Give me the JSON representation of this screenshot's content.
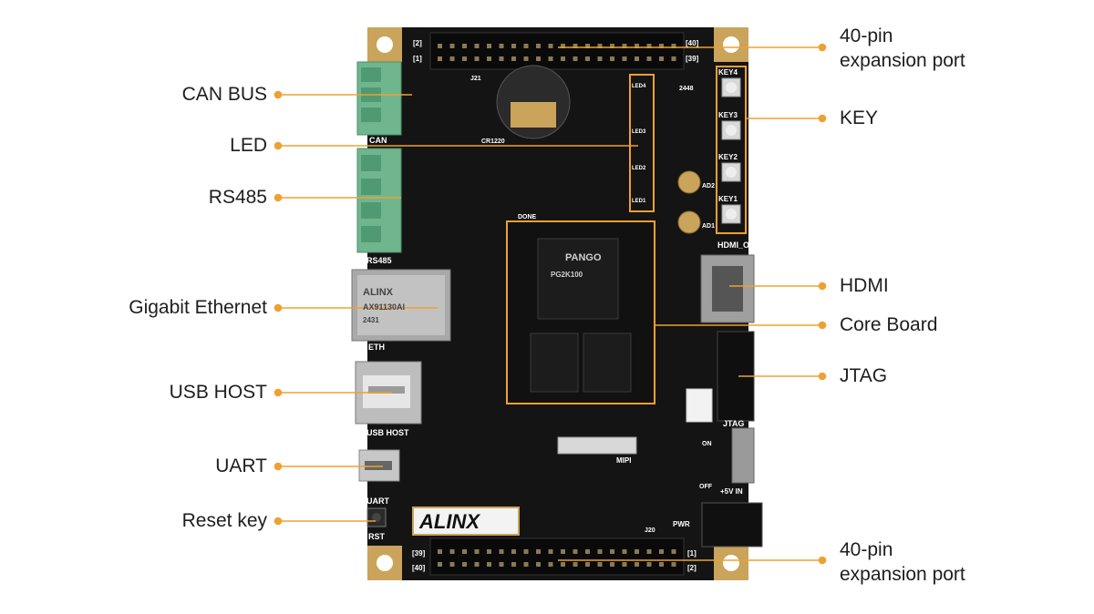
{
  "callouts": {
    "left": [
      {
        "id": "can-bus",
        "text": "CAN BUS"
      },
      {
        "id": "led",
        "text": "LED"
      },
      {
        "id": "rs485",
        "text": "RS485"
      },
      {
        "id": "gigabit-ethernet",
        "text": "Gigabit Ethernet"
      },
      {
        "id": "usb-host",
        "text": "USB HOST"
      },
      {
        "id": "uart",
        "text": "UART"
      },
      {
        "id": "reset-key",
        "text": "Reset key"
      }
    ],
    "right": [
      {
        "id": "expansion-top",
        "text": "40-pin\nexpansion port"
      },
      {
        "id": "key",
        "text": "KEY"
      },
      {
        "id": "hdmi",
        "text": "HDMI"
      },
      {
        "id": "core-board",
        "text": "Core Board"
      },
      {
        "id": "jtag",
        "text": "JTAG"
      },
      {
        "id": "expansion-bottom",
        "text": "40-pin\nexpansion port"
      }
    ]
  },
  "silkscreen": {
    "brand": "ALINX",
    "chip_brand": "PANGO",
    "chip_part": "PG2K100",
    "j21": "J21",
    "j20": "J20",
    "can": "CAN",
    "rs485": "RS485",
    "eth": "ETH",
    "usb_host": "USB HOST",
    "uart": "UART",
    "rst": "RST",
    "hdmi_o": "HDMI_O",
    "jtag": "JTAG",
    "mipi": "MIPI",
    "pwr": "PWR",
    "power_in": "+5V IN",
    "on": "ON",
    "off": "OFF",
    "done": "DONE",
    "cr1220": "CR1220",
    "ad1": "AD1",
    "ad2": "AD2",
    "key1": "KEY1",
    "key2": "KEY2",
    "key3": "KEY3",
    "key4": "KEY4",
    "led1": "LED1",
    "led2": "LED2",
    "led3": "LED3",
    "led4": "LED4",
    "pin2": "[2]",
    "pin1": "[1]",
    "pin40": "[40]",
    "pin39": "[39]",
    "eth_module": "AX91130AI",
    "eth_brand": "ALINX",
    "eth_date": "2431",
    "code": "2448"
  },
  "colors": {
    "accent": "#f0a030",
    "board": "#141414",
    "terminal": "#6fb68f",
    "gold": "#c9a45a"
  }
}
